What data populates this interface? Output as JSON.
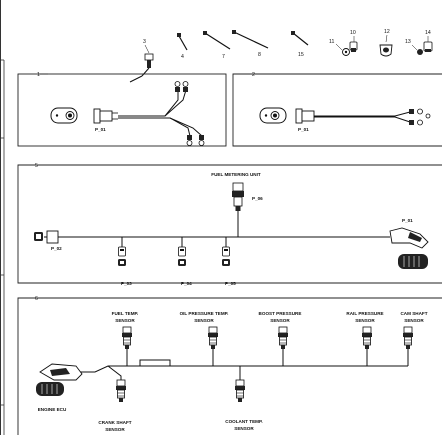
{
  "parts_row": [
    {
      "number": "3"
    },
    {
      "number": "4"
    },
    {
      "number": "7"
    },
    {
      "number": "8"
    },
    {
      "number": "15"
    },
    {
      "number": "11"
    },
    {
      "number": "10"
    },
    {
      "number": "12"
    },
    {
      "number": "13"
    },
    {
      "number": "14"
    }
  ],
  "panel1": {
    "number": "1",
    "plug": "P_01"
  },
  "panel2": {
    "number": "2",
    "plug": "P_01"
  },
  "panel5": {
    "number": "5",
    "title": "FUEL METERING UNIT",
    "plugs": {
      "fmu": "P_06",
      "left": "P_02",
      "s3": "P_03",
      "s4": "P_04",
      "s5": "P_05",
      "right": "P_01"
    }
  },
  "panel6": {
    "number": "6",
    "sensors": {
      "fuel_temp": [
        "FUEL TEMP.",
        "SENSOR"
      ],
      "oil_pressure": [
        "OIL PRESSURE TEMP.",
        "SENSOR"
      ],
      "boost_pressure": [
        "BOOST PRESSURE",
        "SENSOR"
      ],
      "rail_pressure": [
        "RAIL PRESSURE",
        "SENSOR"
      ],
      "cam_shaft": [
        "CAM SHAFT",
        "SENSOR"
      ],
      "crank_shaft": [
        "CRANK SHAFT",
        "SENSOR"
      ],
      "coolant_temp": [
        "COOLANT TEMP.",
        "SENSOR"
      ]
    },
    "ecu": "ENGINE ECU"
  }
}
